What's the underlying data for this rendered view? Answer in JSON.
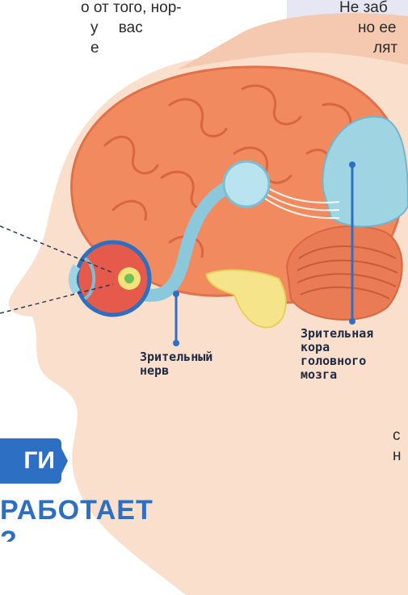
{
  "left_text": {
    "lines": [
      "о от того, нор-",
      "у вас",
      "е"
    ]
  },
  "right_text": {
    "lines": [
      "Не заб",
      "но ее",
      "лят"
    ]
  },
  "labels": {
    "optic_nerve": [
      "Зрительный",
      "нерв"
    ],
    "visual_cortex": [
      "Зрительная",
      "кора",
      "головного",
      "мозга"
    ]
  },
  "banner": {
    "text": "ГИ"
  },
  "headline": {
    "lines": [
      "РАБОТАЕТ",
      "?"
    ]
  },
  "side_fragment": {
    "lines": [
      "с",
      "н"
    ]
  },
  "colors": {
    "background": "#ffffff",
    "side_panel": "#e6e6f5",
    "skin": "#f9dfcc",
    "brain": "#f28a60",
    "cortex": "#9fd4e3",
    "accent": "#2d6fc2"
  }
}
